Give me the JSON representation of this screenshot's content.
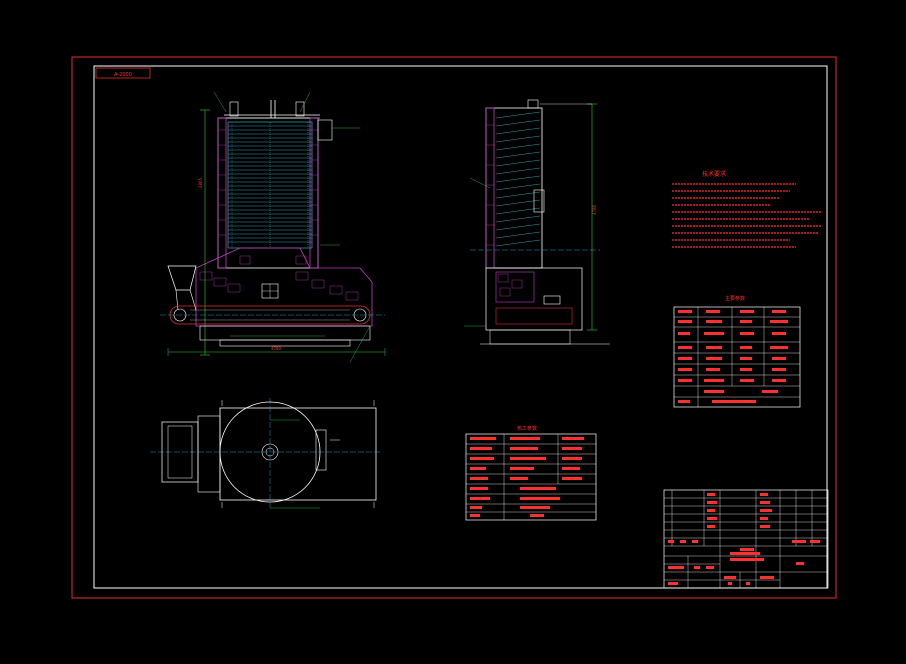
{
  "drawing": {
    "sheet_code": "A-2000",
    "colors": {
      "background": "#000000",
      "frame": "#e03030",
      "geometry": "#ffffff",
      "water_tubes": "#40c8e0",
      "refractory": "#c040c0",
      "text": "#ff3030",
      "center_lines": "#20c0ff",
      "leaders": "#30d030"
    },
    "view_labels": {
      "front_dim_total": "4780",
      "side_dim_total": "4780"
    },
    "technical_requirements": {
      "title": "技术要求"
    },
    "tables": {
      "main_params_title": "主要参数",
      "heat_params_title": "热工参数"
    }
  }
}
